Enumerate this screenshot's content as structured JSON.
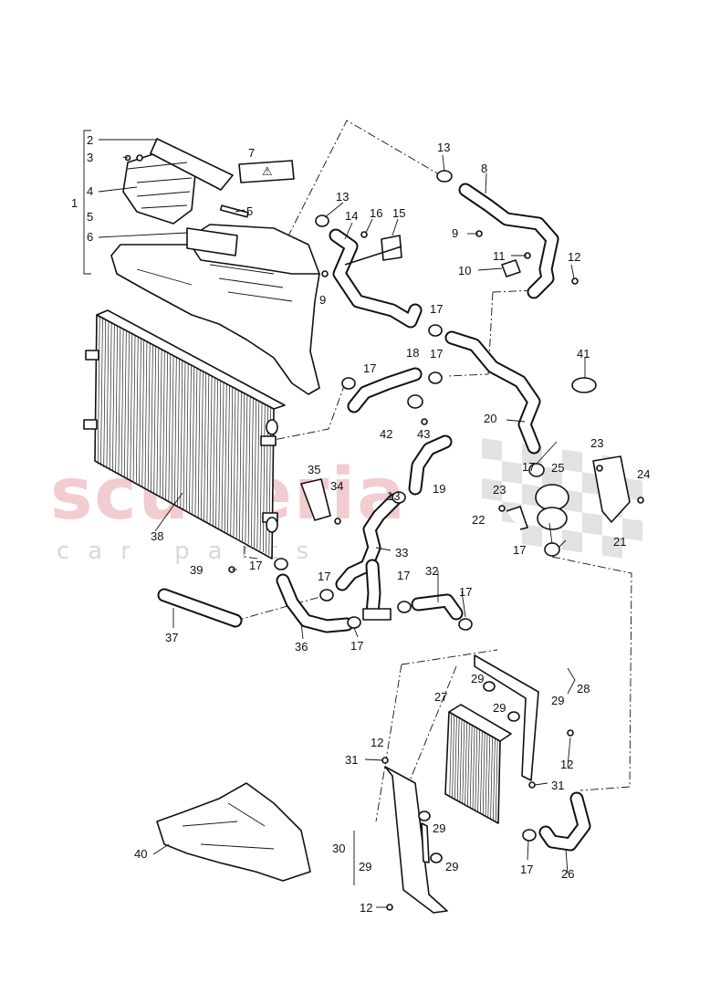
{
  "watermark": {
    "main": "scuderia",
    "sub": "car parts"
  },
  "callouts": {
    "c1": "1",
    "c2": "2",
    "c3": "3",
    "c4": "4",
    "c5a": "5",
    "c5b": "5",
    "c6": "6",
    "c7": "7",
    "c8": "8",
    "c9a": "9",
    "c9b": "9",
    "c10": "10",
    "c11": "11",
    "c12a": "12",
    "c12b": "12",
    "c12c": "12",
    "c12d": "12",
    "c13a": "13",
    "c13b": "13",
    "c13c": "13",
    "c14": "14",
    "c15": "15",
    "c16": "16",
    "c17a": "17",
    "c17b": "17",
    "c17c": "17",
    "c17d": "17",
    "c17e": "17",
    "c17f": "17",
    "c17g": "17",
    "c17h": "17",
    "c17i": "17",
    "c17j": "17",
    "c17k": "17",
    "c18": "18",
    "c19": "19",
    "c20": "20",
    "c21": "21",
    "c22": "22",
    "c23a": "23",
    "c23b": "23",
    "c24": "24",
    "c25": "25",
    "c26": "26",
    "c27": "27",
    "c28": "28",
    "c29a": "29",
    "c29b": "29",
    "c29c": "29",
    "c29d": "29",
    "c29e": "29",
    "c29f": "29",
    "c30": "30",
    "c31a": "31",
    "c31b": "31",
    "c32": "32",
    "c33": "33",
    "c34": "34",
    "c35": "35",
    "c36": "36",
    "c37": "37",
    "c38": "38",
    "c39": "39",
    "c40": "40",
    "c41": "41",
    "c42": "42",
    "c43": "43"
  },
  "colors": {
    "line": "#111111",
    "watermark_red": "#e8a3a8",
    "watermark_grey": "#cfcfcf"
  }
}
